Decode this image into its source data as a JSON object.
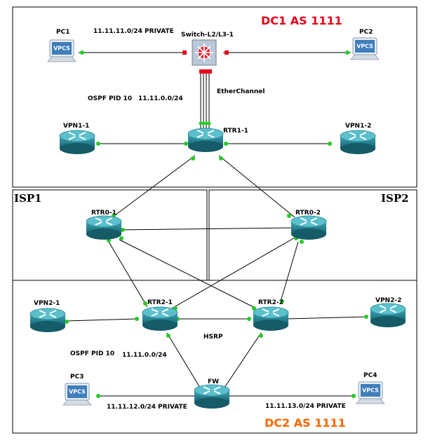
{
  "areas": {
    "dc1_title": "DC1 AS 1111",
    "dc2_title": "DC2 AS 1111",
    "isp1_title": "ISP1",
    "isp2_title": "ISP2"
  },
  "devices": {
    "pc1": "PC1",
    "pc2": "PC2",
    "pc3": "PC3",
    "pc4": "PC4",
    "switch": "Switch-L2/L3-1",
    "rtr1_1": "RTR1-1",
    "vpn1_1": "VPN1-1",
    "vpn1_2": "VPN1-2",
    "rtr0_1": "RTR0-1",
    "rtr0_2": "RTR0-2",
    "rtr2_1": "RTR2-1",
    "rtr2_2": "RTR2-2",
    "vpn2_1": "VPN2-1",
    "vpn2_2": "VPN2-2",
    "fw": "FW",
    "vpcs": "VPCS"
  },
  "annotations": {
    "net_dc1_private": "11.11.11.0/24 PRIVATE",
    "ospf_dc1": "OSPF PID 10",
    "net_dc1_core": "11.11.0.0/24",
    "etherchannel": "EtherChannel",
    "hsrp": "HSRP",
    "ospf_dc2": "OSPF PID 10",
    "net_dc2_core": "11.11.0.0/24",
    "net_pc3": "11.11.12.0/24 PRIVATE",
    "net_pc4": "11.11.13.0/24 PRIVATE"
  },
  "colors": {
    "router": "#1b7a8a",
    "link_up": "#22cc22",
    "link_down": "#e8001c",
    "dc1_title": "#e8001c",
    "dc2_title": "#ff6600"
  }
}
